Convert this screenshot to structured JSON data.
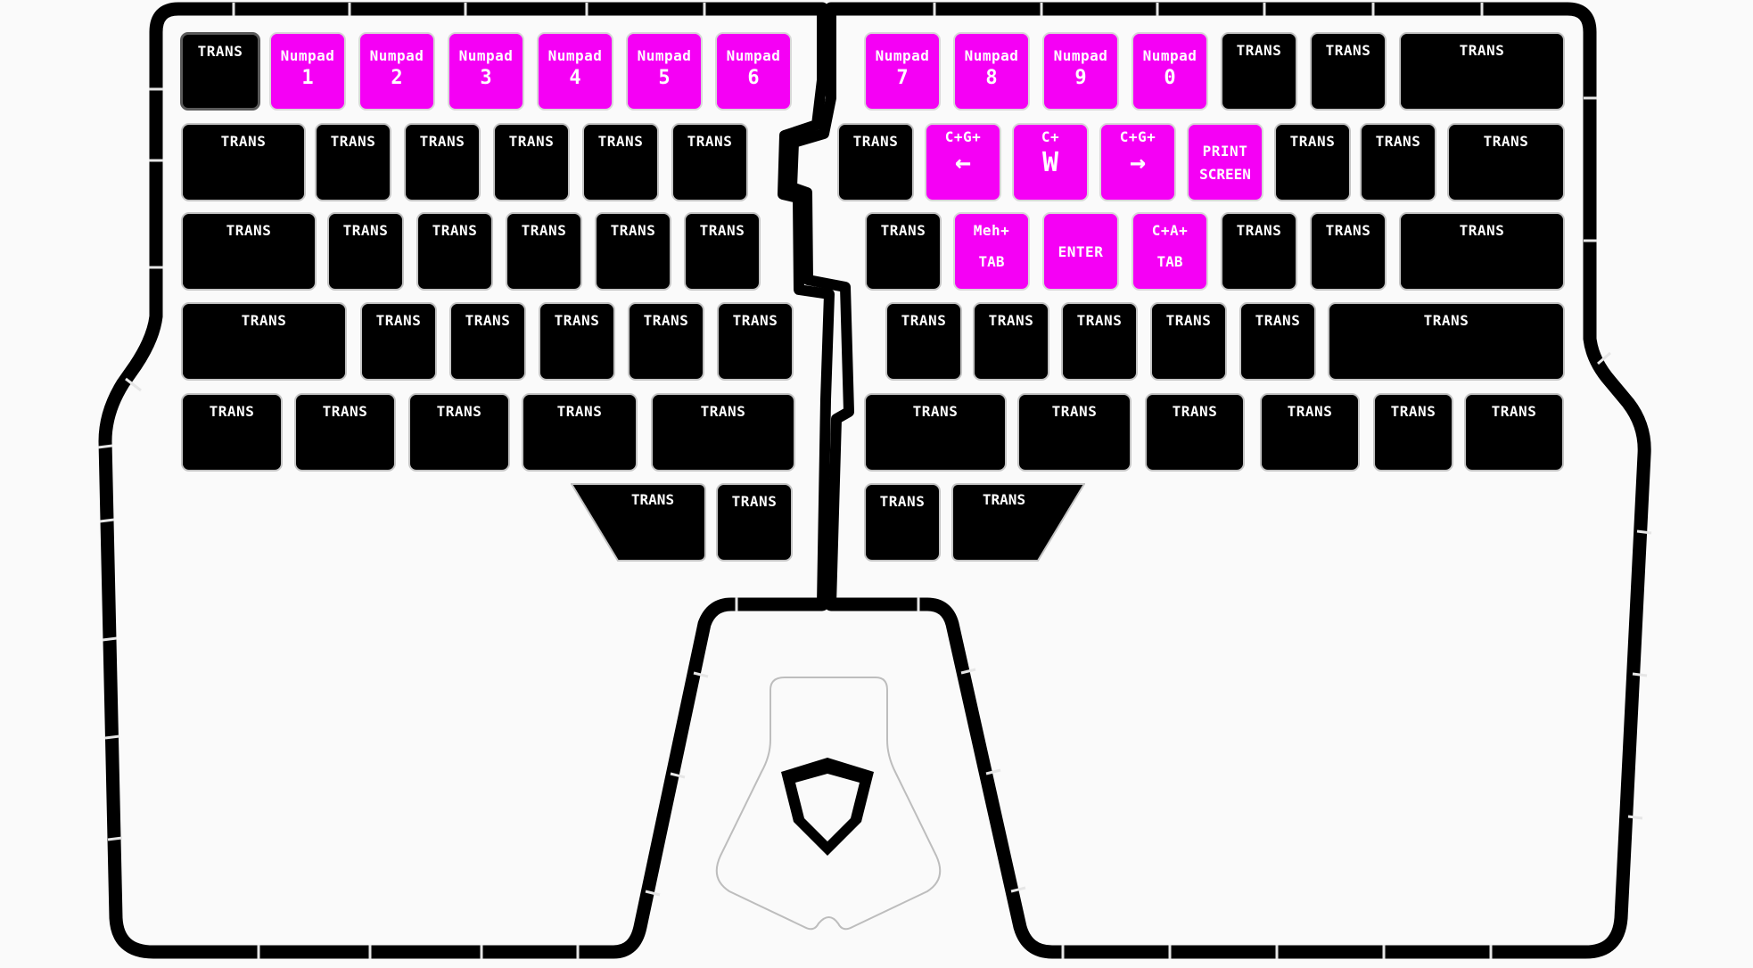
{
  "layout_name": "",
  "colors": {
    "highlight": "#f500f5",
    "key": "#000000",
    "background": "#fafafa",
    "outline": "#000000"
  },
  "icons": {
    "logo": "shield-logo-icon"
  },
  "left": {
    "row1": [
      {
        "top": "TRANS",
        "bottom": ""
      },
      {
        "top": "Numpad",
        "bottom": "1"
      },
      {
        "top": "Numpad",
        "bottom": "2"
      },
      {
        "top": "Numpad",
        "bottom": "3"
      },
      {
        "top": "Numpad",
        "bottom": "4"
      },
      {
        "top": "Numpad",
        "bottom": "5"
      },
      {
        "top": "Numpad",
        "bottom": "6"
      }
    ],
    "row2": [
      "TRANS",
      "TRANS",
      "TRANS",
      "TRANS",
      "TRANS",
      "TRANS"
    ],
    "row3": [
      "TRANS",
      "TRANS",
      "TRANS",
      "TRANS",
      "TRANS",
      "TRANS"
    ],
    "row4": [
      "TRANS",
      "TRANS",
      "TRANS",
      "TRANS",
      "TRANS",
      "TRANS"
    ],
    "row5": [
      "TRANS",
      "TRANS",
      "TRANS",
      "TRANS",
      "TRANS"
    ],
    "thumb": [
      "TRANS",
      "TRANS"
    ]
  },
  "right": {
    "row1": [
      {
        "top": "Numpad",
        "bottom": "7"
      },
      {
        "top": "Numpad",
        "bottom": "8"
      },
      {
        "top": "Numpad",
        "bottom": "9"
      },
      {
        "top": "Numpad",
        "bottom": "0"
      },
      {
        "top": "TRANS",
        "bottom": ""
      },
      {
        "top": "TRANS",
        "bottom": ""
      },
      {
        "top": "TRANS",
        "bottom": ""
      }
    ],
    "row2": [
      {
        "top": "TRANS",
        "bottom": ""
      },
      {
        "top": "C+G+",
        "bottom": "←"
      },
      {
        "top": "C+",
        "bottom": "W"
      },
      {
        "top": "C+G+",
        "bottom": "→"
      },
      {
        "top": "PRINT",
        "bottom": "SCREEN"
      },
      {
        "top": "TRANS",
        "bottom": ""
      },
      {
        "top": "TRANS",
        "bottom": ""
      },
      {
        "top": "TRANS",
        "bottom": ""
      }
    ],
    "row3": [
      {
        "top": "TRANS",
        "bottom": ""
      },
      {
        "top": "Meh+",
        "bottom": "TAB"
      },
      {
        "top": "ENTER",
        "bottom": ""
      },
      {
        "top": "C+A+",
        "bottom": "TAB"
      },
      {
        "top": "TRANS",
        "bottom": ""
      },
      {
        "top": "TRANS",
        "bottom": ""
      },
      {
        "top": "TRANS",
        "bottom": ""
      }
    ],
    "row4": [
      "TRANS",
      "TRANS",
      "TRANS",
      "TRANS",
      "TRANS",
      "TRANS"
    ],
    "row5": [
      "TRANS",
      "TRANS",
      "TRANS",
      "TRANS",
      "TRANS",
      "TRANS"
    ],
    "thumb": [
      "TRANS",
      "TRANS"
    ]
  }
}
